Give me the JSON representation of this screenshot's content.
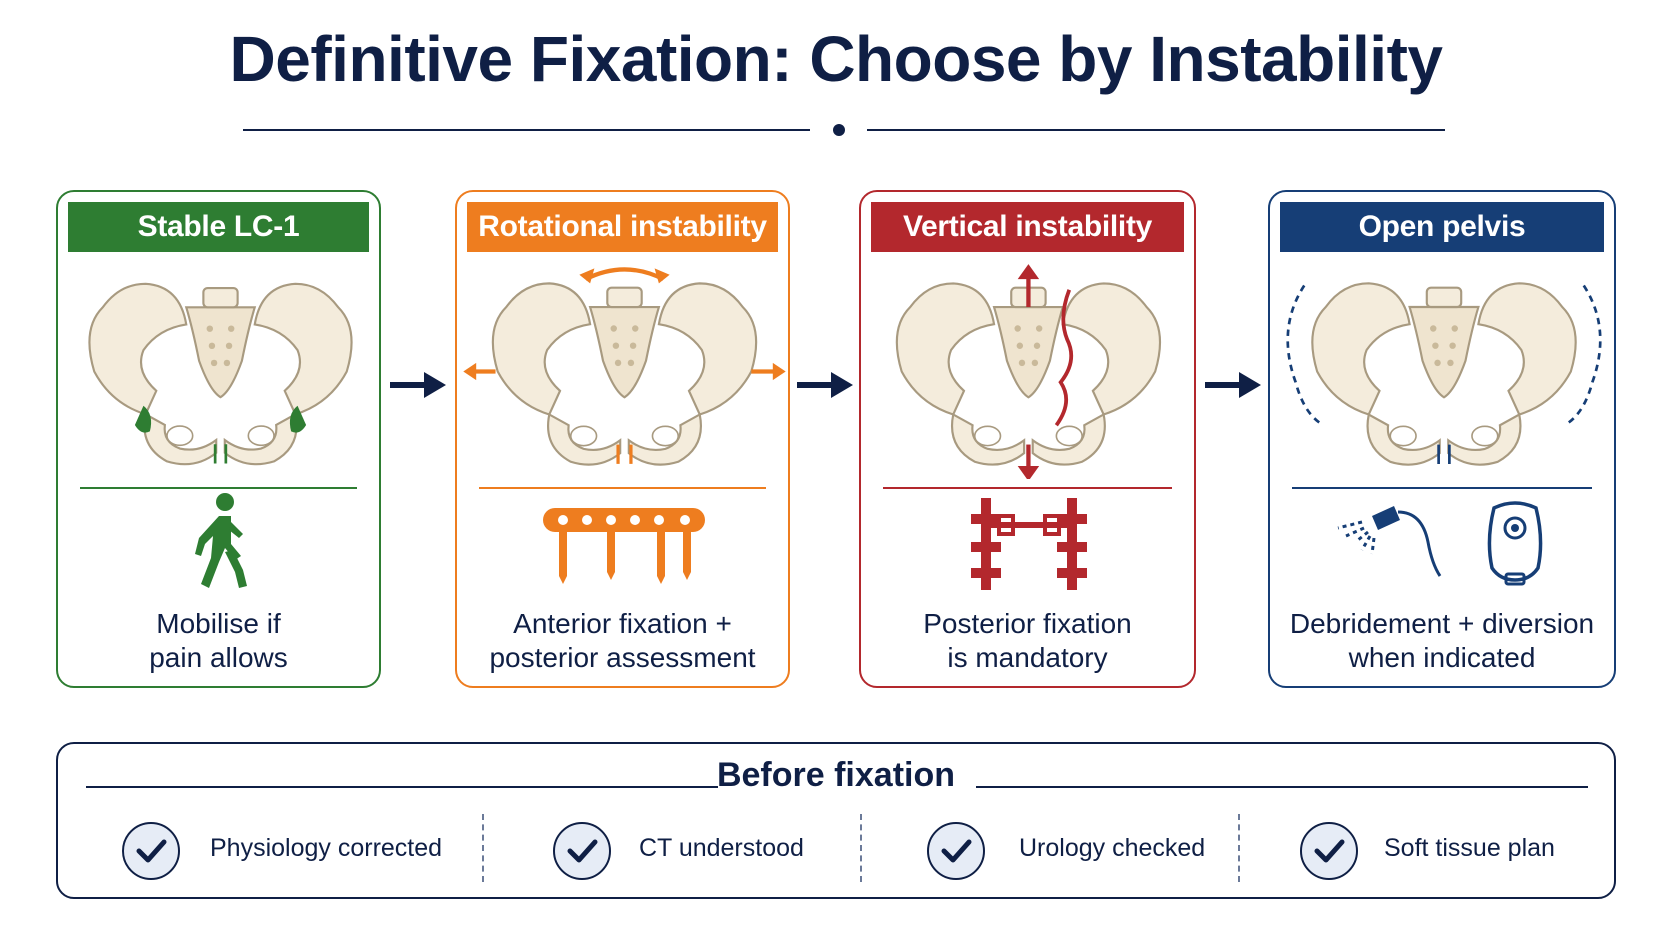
{
  "title": "Definitive Fixation: Choose by Instability",
  "colors": {
    "navy": "#0f1f45",
    "green": "#2e7d32",
    "orange": "#ee7d1f",
    "red": "#b3282d",
    "blue": "#163e76",
    "bone": "#f4ecdc"
  },
  "cards": [
    {
      "header": "Stable LC-1",
      "icon": "walking-person-icon",
      "text_line1": "Mobilise if",
      "text_line2": "pain allows"
    },
    {
      "header": "Rotational instability",
      "icon": "bone-plate-screws-icon",
      "text_line1": "Anterior fixation +",
      "text_line2": "posterior assessment"
    },
    {
      "header": "Vertical instability",
      "icon": "external-fixator-icon",
      "text_line1": "Posterior fixation",
      "text_line2": "is mandatory"
    },
    {
      "header": "Open pelvis",
      "icon": "irrigation-and-stoma-bag-icon",
      "text_line1": "Debridement + diversion",
      "text_line2": "when indicated"
    }
  ],
  "before": {
    "title": "Before fixation",
    "items": [
      "Physiology corrected",
      "CT understood",
      "Urology checked",
      "Soft tissue plan"
    ]
  }
}
